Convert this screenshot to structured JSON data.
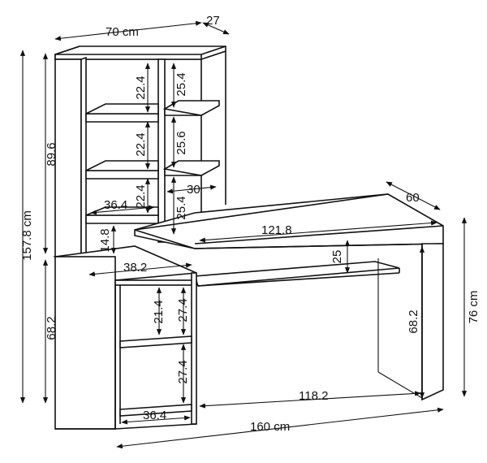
{
  "diagram": {
    "labels": {
      "width_top": "70 cm",
      "depth_top": "27",
      "height_total": "157.8 cm",
      "height_hutch": "89.6",
      "height_base": "68.2",
      "shelf_l1": "22.4",
      "shelf_l2": "22.4",
      "shelf_l3": "22.4",
      "shelf_r1": "25.4",
      "shelf_r2": "25.6",
      "shelf_r3": "25.4",
      "inner_width_hutch": "36.4",
      "gap_hutch": "14.8",
      "right_cell_width": "30",
      "desk_depth": "60",
      "desk_width": "121.8",
      "drawer_height": "25",
      "base_cab_width": "38.2",
      "base_shelf_1": "21.4",
      "base_shelf_2": "27.4",
      "base_shelf_3": "27.4",
      "desk_leg_height": "68.2",
      "desk_height": "76 cm",
      "leg_span": "118.2",
      "base_inner_width": "36.4",
      "total_width": "160 cm"
    },
    "colors": {
      "line": "#111111",
      "background": "#ffffff"
    }
  }
}
